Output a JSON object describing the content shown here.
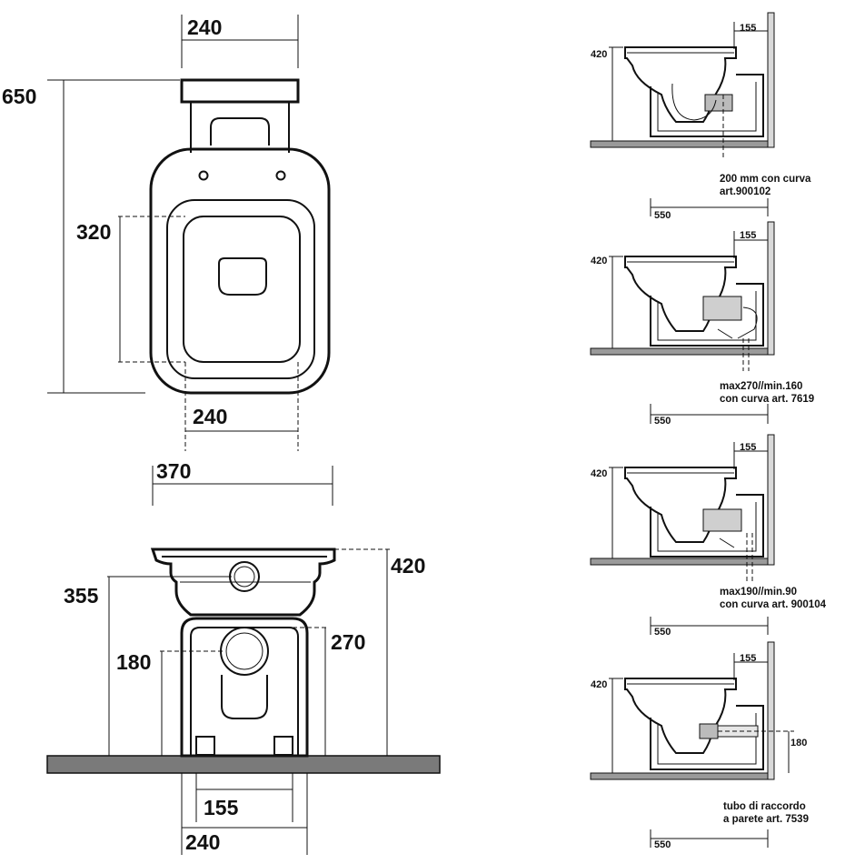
{
  "top_view": {
    "width_tank": "240",
    "length_total": "650",
    "seat_depth": "320",
    "width_bottom": "240",
    "width_total": "370"
  },
  "front_view": {
    "height_total": "420",
    "outlet_height": "355",
    "inlet_height": "270",
    "drain_height": "180",
    "foot_inner": "155",
    "foot_outer": "240"
  },
  "side_views": [
    {
      "height": "420",
      "offset": "155",
      "note_line1": "200 mm con curva",
      "note_line2": "art.900102",
      "depth": "550"
    },
    {
      "height": "420",
      "offset": "155",
      "note_line1": "max270//min.160",
      "note_line2": "con curva art. 7619",
      "depth": "550"
    },
    {
      "height": "420",
      "offset": "155",
      "note_line1": "max190//min.90",
      "note_line2": "con curva art. 900104",
      "depth": "550"
    },
    {
      "height": "420",
      "offset": "155",
      "pipe_height": "180",
      "note_line1": "tubo di raccordo",
      "note_line2": "a parete art. 7539",
      "depth": "550"
    }
  ]
}
